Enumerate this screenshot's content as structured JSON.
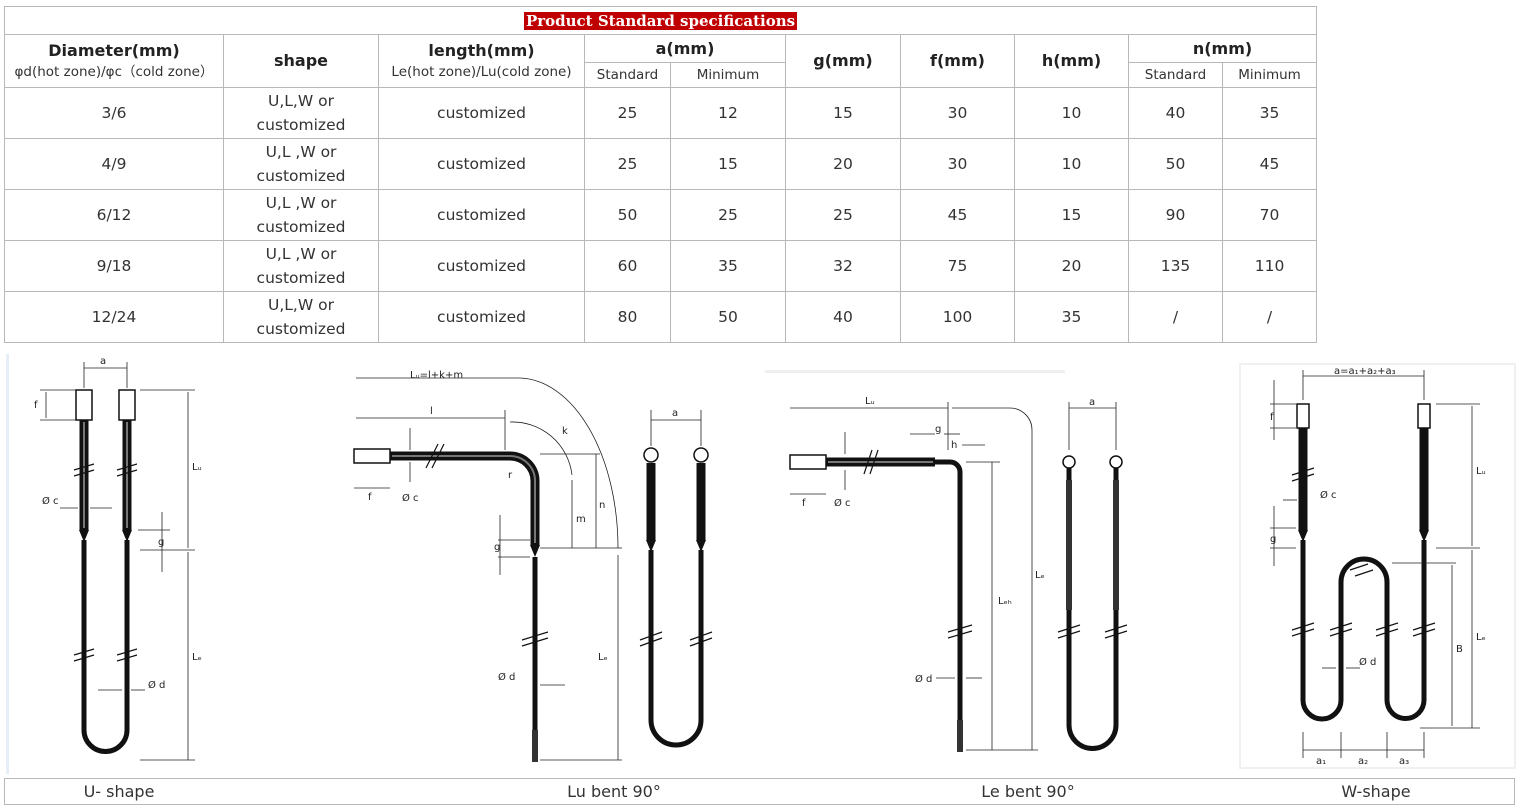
{
  "table": {
    "title": "Product Standard specifications",
    "headers": {
      "diameter": "Diameter(mm)",
      "diameter_sub": "φd(hot zone)/φc（cold zone）",
      "shape": "shape",
      "length": "length(mm)",
      "length_sub": "Le(hot zone)/Lu(cold zone)",
      "a": "a(mm)",
      "g": "g(mm)",
      "f": "f(mm)",
      "h": "h(mm)",
      "n": "n(mm)",
      "standard": "Standard",
      "minimum": "Minimum"
    },
    "rows": [
      {
        "diameter": "3/6",
        "shape_l1": "U,L,W  or",
        "shape_l2": "customized",
        "length": "customized",
        "a_std": "25",
        "a_min": "12",
        "g": "15",
        "f": "30",
        "h": "10",
        "n_std": "40",
        "n_min": "35"
      },
      {
        "diameter": "4/9",
        "shape_l1": "U,L ,W or",
        "shape_l2": "customized",
        "length": "customized",
        "a_std": "25",
        "a_min": "15",
        "g": "20",
        "f": "30",
        "h": "10",
        "n_std": "50",
        "n_min": "45"
      },
      {
        "diameter": "6/12",
        "shape_l1": "U,L ,W or",
        "shape_l2": "customized",
        "length": "customized",
        "a_std": "50",
        "a_min": "25",
        "g": "25",
        "f": "45",
        "h": "15",
        "n_std": "90",
        "n_min": "70"
      },
      {
        "diameter": "9/18",
        "shape_l1": "U,L ,W or",
        "shape_l2": "customized",
        "length": "customized",
        "a_std": "60",
        "a_min": "35",
        "g": "32",
        "f": "75",
        "h": "20",
        "n_std": "135",
        "n_min": "110"
      },
      {
        "diameter": "12/24",
        "shape_l1": "U,L,W or",
        "shape_l2": "customized",
        "length": "customized",
        "a_std": "80",
        "a_min": "50",
        "g": "40",
        "f": "100",
        "h": "35",
        "n_std": "/",
        "n_min": "/"
      }
    ]
  },
  "diagram_labels": {
    "a": "a",
    "f": "f",
    "g": "g",
    "h": "h",
    "k": "k",
    "l": "l",
    "m": "m",
    "n": "n",
    "r": "r",
    "B": "B",
    "oc": "Ø c",
    "od": "Ø d",
    "Lu": "Lᵤ",
    "Le": "Lₑ",
    "Leh": "Lₑₕ",
    "Lu_formula": "Lᵤ=l+k+m",
    "a_formula": "a=a₁+a₂+a₃",
    "a1": "a₁",
    "a2": "a₂",
    "a3": "a₃"
  },
  "captions": {
    "u_shape": "U- shape",
    "lu_bent": "Lu bent 90°",
    "le_bent": "Le bent 90°",
    "w_shape": "W-shape"
  }
}
